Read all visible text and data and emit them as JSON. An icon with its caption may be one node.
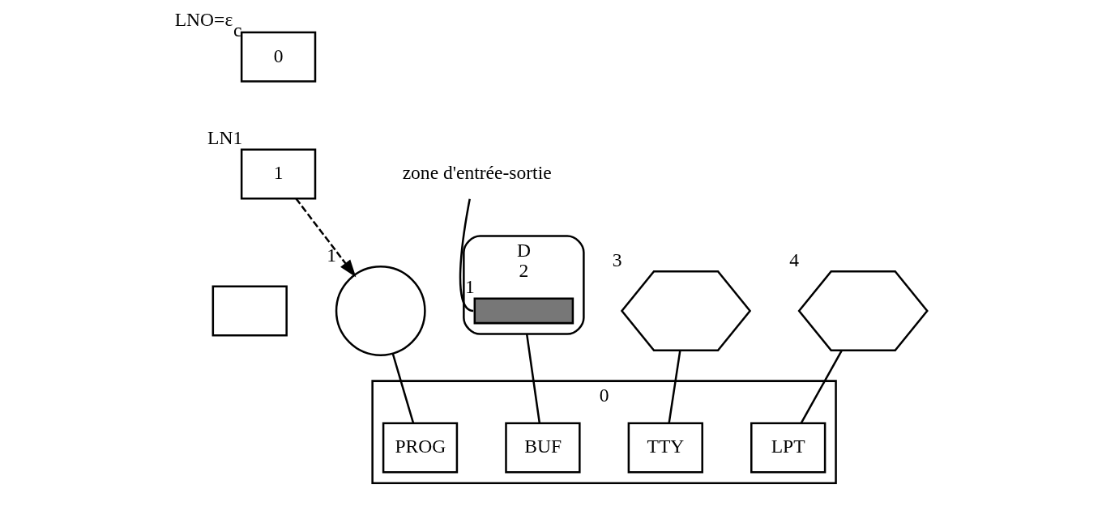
{
  "diagram": {
    "nodes": [
      {
        "text": [
          "0"
        ],
        "beside": [
          "LNO=ε$_{c}$"
        ]
      },
      {
        "text": [
          "1"
        ],
        "beside": [
          "LN1"
        ]
      },
      {
        "text": [],
        "shape": "box"
      },
      {
        "text": [],
        "shape": "circle",
        "beside": [
          "1"
        ]
      },
      {
        "text": [
          "D"
        ],
        "beside": [
          "2"
        ]
      },
      {
        "text": [],
        "shape": "bar",
        "in": 4,
        "beside": [
          "1"
        ]
      },
      {
        "text": [
          "zone d'entrée-sortie"
        ]
      },
      {
        "text": [],
        "shape": "hexagon",
        "beside": [
          "3"
        ]
      },
      {
        "text": [],
        "shape": "hexagon",
        "beside": [
          "4"
        ]
      },
      {
        "text": [],
        "shape": "box",
        "beside": [
          "0"
        ]
      },
      {
        "text": [
          "PROG"
        ],
        "in": 9
      },
      {
        "text": [
          "BUF"
        ],
        "in": 9
      },
      {
        "text": [
          "TTY"
        ],
        "in": 9
      },
      {
        "text": [
          "LPT"
        ],
        "in": 9
      }
    ],
    "edges": [
      {
        "from": 1,
        "to": 3,
        "arrow": "to",
        "style": "dashed"
      },
      {
        "from": 6,
        "to": 5,
        "arrow": "none"
      },
      {
        "from": 3,
        "to": 10,
        "arrow": "none"
      },
      {
        "from": 4,
        "to": 11,
        "arrow": "none"
      },
      {
        "from": 7,
        "to": 12,
        "arrow": "none"
      },
      {
        "from": 8,
        "to": 13,
        "arrow": "none"
      }
    ]
  }
}
